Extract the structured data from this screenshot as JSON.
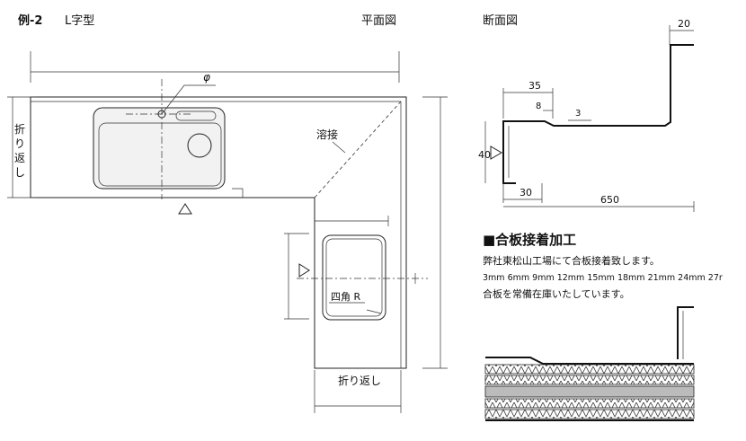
{
  "headings": {
    "example_label": "例-2",
    "example_type": "L字型",
    "plan_view": "平面図",
    "section_view": "断面図"
  },
  "plan": {
    "phi_label": "φ",
    "weld_label": "溶接",
    "fold_left": [
      "折",
      "り",
      "返",
      "し"
    ],
    "fold_bottom": "折り返し",
    "corner_r_label": "四角 R"
  },
  "section": {
    "dim_20": "20",
    "dim_35": "35",
    "dim_8": "8",
    "dim_3": "3",
    "dim_40": "40",
    "dim_30": "30",
    "dim_650": "650"
  },
  "plywood": {
    "title": "■合板接着加工",
    "line1": "弊社東松山工場にて合板接着致します。",
    "line2": "3mm 6mm 9mm 12mm 15mm 18mm 21mm 24mm 27r",
    "line3": "合板を常備在庫いたしています。"
  }
}
